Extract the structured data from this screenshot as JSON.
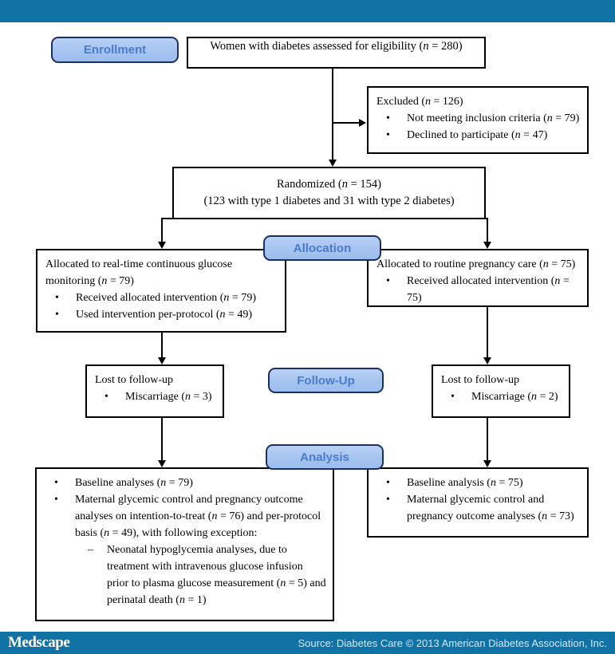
{
  "glyphs": {
    "bullet": "•",
    "dash": "–"
  },
  "stage_labels": {
    "enrollment": "Enrollment",
    "allocation": "Allocation",
    "followup": "Follow-Up",
    "analysis": "Analysis"
  },
  "boxes": {
    "eligibility": {
      "text": "Women with diabetes assessed for eligibility (n = 280)"
    },
    "excluded": {
      "title": "Excluded (n = 126)",
      "bullets": [
        "Not meeting inclusion criteria (n = 79)",
        "Declined to participate (n = 47)"
      ]
    },
    "randomized": {
      "line1": "Randomized (n = 154)",
      "line2": "(123 with type 1 diabetes and 31 with type 2 diabetes)"
    },
    "alloc_cgm": {
      "title": "Allocated to real-time continuous glucose monitoring (n = 79)",
      "bullets": [
        "Received allocated intervention (n = 79)",
        "Used intervention per-protocol (n = 49)"
      ]
    },
    "alloc_routine": {
      "title": "Allocated to routine pregnancy care (n = 75)",
      "bullets": [
        "Received allocated intervention (n = 75)"
      ]
    },
    "followup_cgm": {
      "title": "Lost to follow-up",
      "bullets": [
        "Miscarriage (n = 3)"
      ]
    },
    "followup_routine": {
      "title": "Lost to follow-up",
      "bullets": [
        "Miscarriage (n = 2)"
      ]
    },
    "analysis_cgm": {
      "bullets": [
        "Baseline analyses (n = 79)",
        "Maternal glycemic control and pregnancy outcome analyses on intention-to-treat (n = 76) and per-protocol basis (n = 49), with following exception:"
      ],
      "sub_bullets": [
        "Neonatal hypoglycemia analyses, due to treatment with intravenous glucose infusion prior to plasma glucose measurement (n = 5) and perinatal death (n = 1)"
      ]
    },
    "analysis_routine": {
      "bullets": [
        "Baseline analysis (n = 75)",
        "Maternal glycemic control and pregnancy outcome analyses (n = 73)"
      ]
    }
  },
  "footer": {
    "brand": "Medscape",
    "source": "Source: Diabetes Care © 2013 American Diabetes Association, Inc."
  },
  "colors": {
    "bar": "#1173a5",
    "label_fill": "#a5c4f0",
    "label_border": "#1d2f5c",
    "label_text": "#4c7cc9"
  }
}
